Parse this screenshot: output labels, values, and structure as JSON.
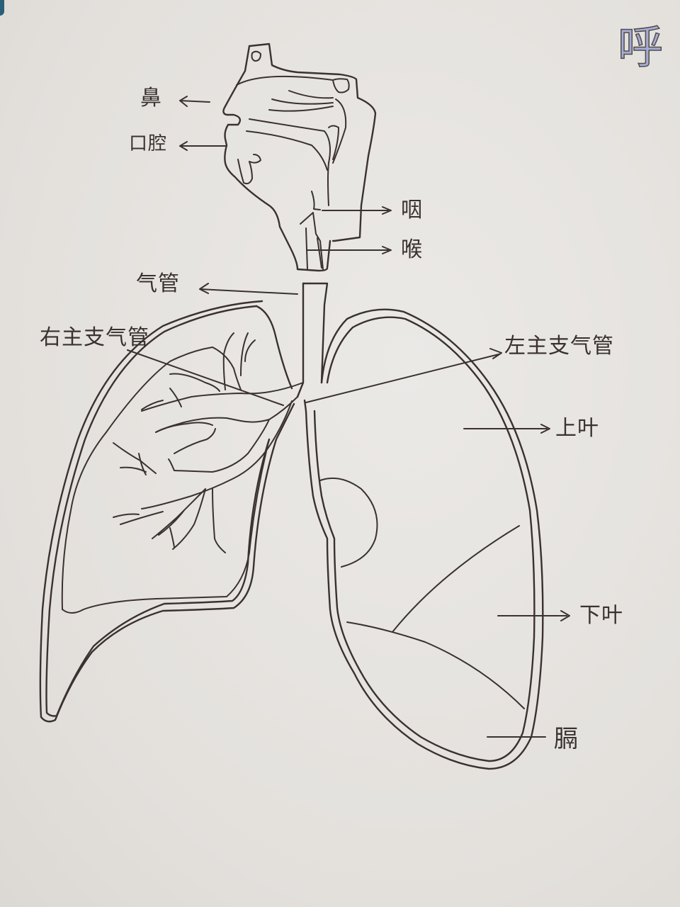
{
  "title_fragment": "呼",
  "labels": {
    "nose": "鼻",
    "oral_cavity": "口腔",
    "pharynx": "咽",
    "larynx": "喉",
    "trachea": "气管",
    "right_main_bronchus": "右主支气管",
    "left_main_bronchus": "左主支气管",
    "upper_lobe": "上叶",
    "lower_lobe": "下叶",
    "diaphragm": "膈"
  },
  "colors": {
    "paper": "#e6e3e0",
    "ink": "#3a3130",
    "title_highlight": "#9aa3d4"
  }
}
